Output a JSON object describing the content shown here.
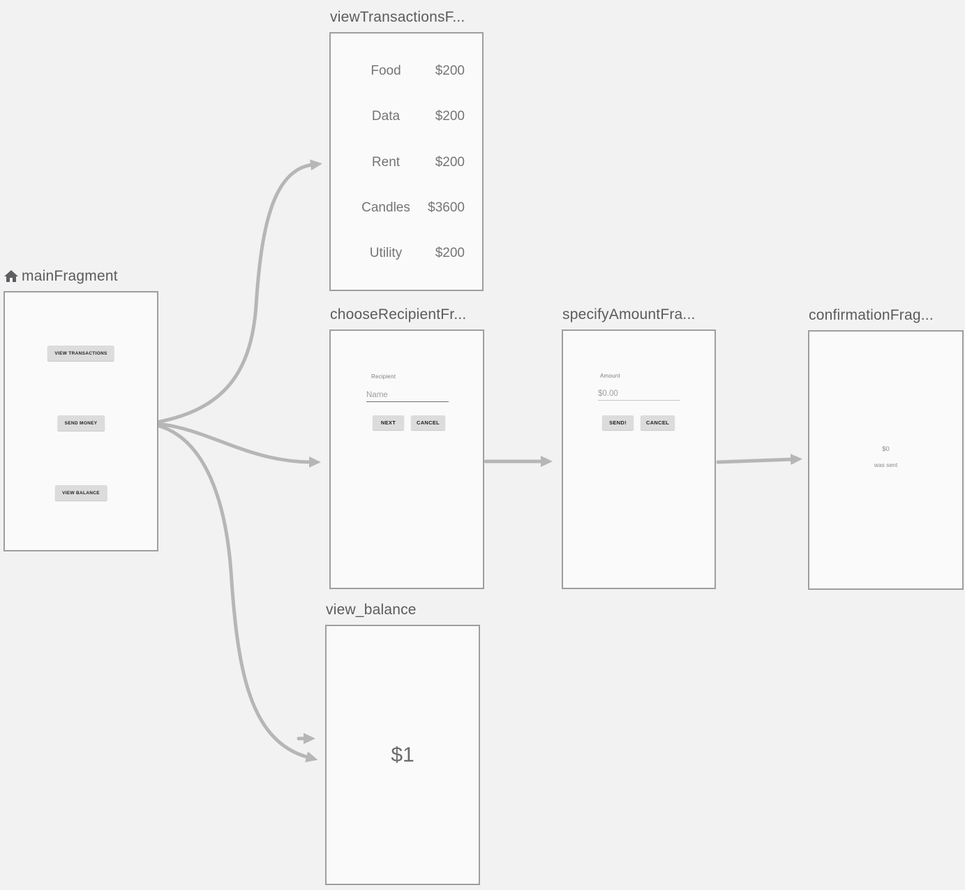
{
  "colors": {
    "canvas_bg": "#f2f2f2",
    "card_bg": "#fafafa",
    "card_border": "#9e9e9e",
    "title_text": "#5a5b5e",
    "content_text": "#757575",
    "arrow": "#b6b6b6",
    "button_bg": "#dcdcdc",
    "button_text": "#1f1f1f"
  },
  "fragments": {
    "main": {
      "title": "mainFragment",
      "buttons": {
        "view_transactions": "VIEW TRANSACTIONS",
        "send_money": "SEND MONEY",
        "view_balance": "VIEW BALANCE"
      }
    },
    "view_transactions": {
      "title": "viewTransactionsF...",
      "rows": [
        {
          "label": "Food",
          "value": "$200"
        },
        {
          "label": "Data",
          "value": "$200"
        },
        {
          "label": "Rent",
          "value": "$200"
        },
        {
          "label": "Candles",
          "value": "$3600"
        },
        {
          "label": "Utility",
          "value": "$200"
        }
      ]
    },
    "choose_recipient": {
      "title": "chooseRecipientFr...",
      "field_label": "Recipient",
      "input_placeholder": "Name",
      "next_button": "NEXT",
      "cancel_button": "CANCEL"
    },
    "specify_amount": {
      "title": "specifyAmountFra...",
      "field_label": "Amount",
      "input_placeholder": "$0.00",
      "send_button": "SEND!",
      "cancel_button": "CANCEL"
    },
    "confirmation": {
      "title": "confirmationFrag...",
      "amount": "$0",
      "message": "was sent"
    },
    "view_balance": {
      "title": "view_balance",
      "balance": "$1"
    }
  }
}
